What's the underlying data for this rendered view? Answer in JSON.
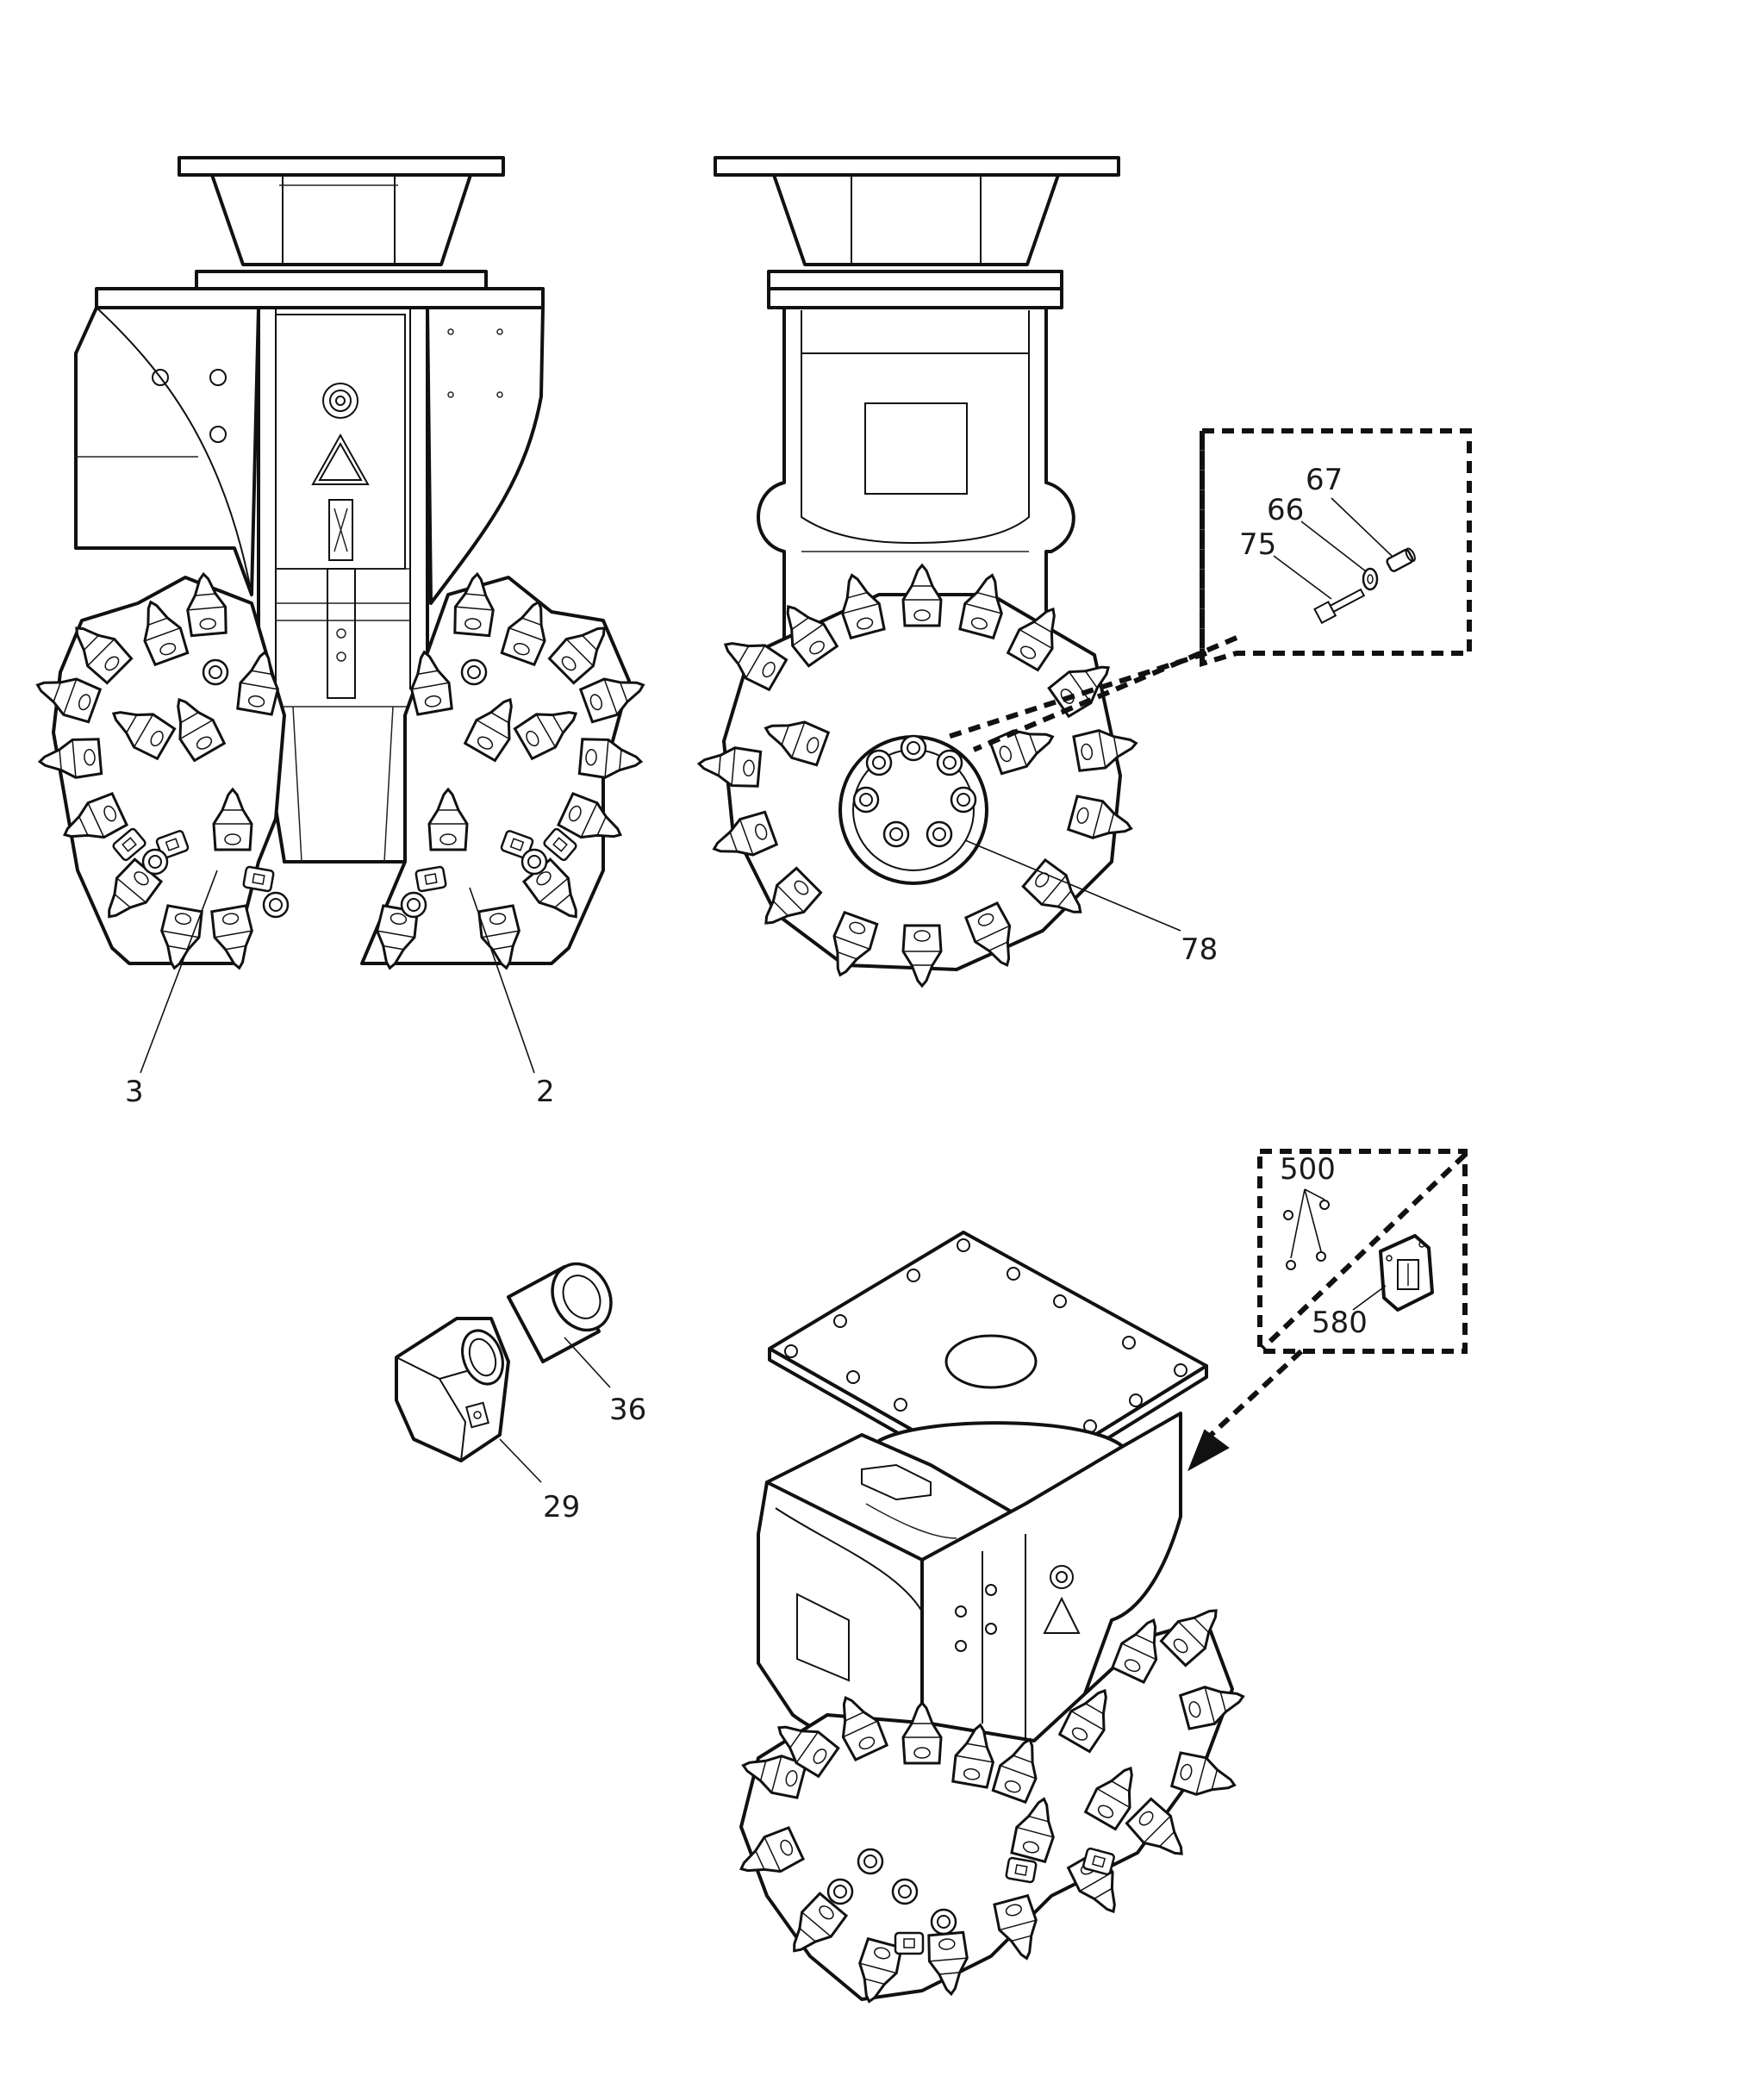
{
  "callouts": {
    "c3": "3",
    "c2": "2",
    "c78": "78",
    "c67": "67",
    "c66": "66",
    "c75": "75",
    "c36": "36",
    "c29": "29",
    "c500": "500",
    "c580": "580"
  },
  "colors": {
    "line": "#111111",
    "background": "#ffffff"
  }
}
